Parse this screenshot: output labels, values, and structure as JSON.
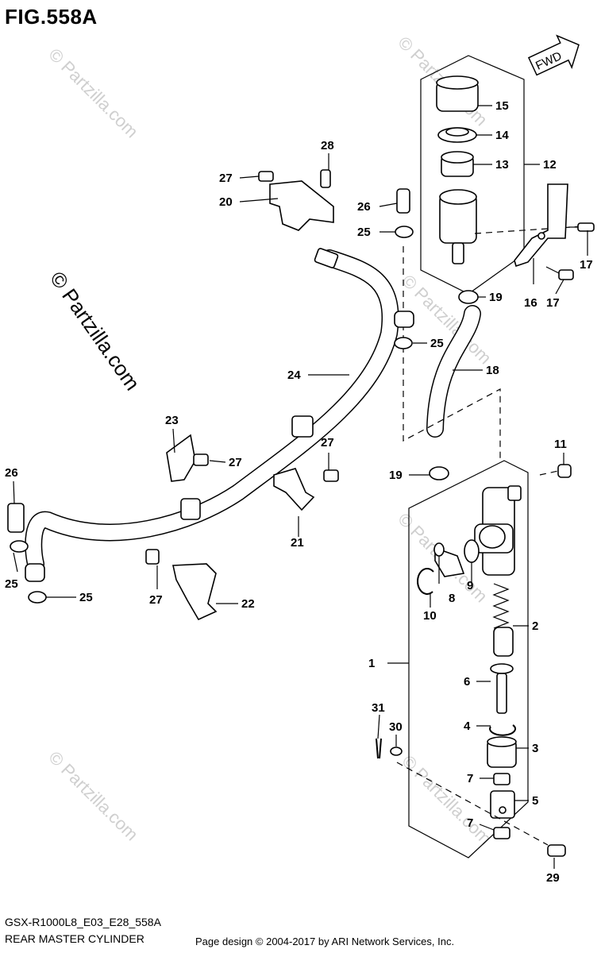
{
  "figure": {
    "title": "FIG.558A",
    "code": "GSX-R1000L8_E03_E28_558A",
    "name": "REAR MASTER CYLINDER",
    "credit": "Page design © 2004-2017 by ARI Network Services, Inc.",
    "fwd_label": "FWD"
  },
  "watermark": {
    "text": "© Partzilla.com",
    "color": "#cfcfcf"
  },
  "callouts": [
    {
      "id": "c1",
      "label": "1"
    },
    {
      "id": "c2",
      "label": "2"
    },
    {
      "id": "c3",
      "label": "3"
    },
    {
      "id": "c4",
      "label": "4"
    },
    {
      "id": "c5",
      "label": "5"
    },
    {
      "id": "c6",
      "label": "6"
    },
    {
      "id": "c7a",
      "label": "7"
    },
    {
      "id": "c7b",
      "label": "7"
    },
    {
      "id": "c8",
      "label": "8"
    },
    {
      "id": "c9",
      "label": "9"
    },
    {
      "id": "c10",
      "label": "10"
    },
    {
      "id": "c11",
      "label": "11"
    },
    {
      "id": "c12",
      "label": "12"
    },
    {
      "id": "c13",
      "label": "13"
    },
    {
      "id": "c14",
      "label": "14"
    },
    {
      "id": "c15",
      "label": "15"
    },
    {
      "id": "c16",
      "label": "16"
    },
    {
      "id": "c17a",
      "label": "17"
    },
    {
      "id": "c17b",
      "label": "17"
    },
    {
      "id": "c18",
      "label": "18"
    },
    {
      "id": "c19a",
      "label": "19"
    },
    {
      "id": "c19b",
      "label": "19"
    },
    {
      "id": "c20",
      "label": "20"
    },
    {
      "id": "c21",
      "label": "21"
    },
    {
      "id": "c22",
      "label": "22"
    },
    {
      "id": "c23",
      "label": "23"
    },
    {
      "id": "c24",
      "label": "24"
    },
    {
      "id": "c25a",
      "label": "25"
    },
    {
      "id": "c25b",
      "label": "25"
    },
    {
      "id": "c25c",
      "label": "25"
    },
    {
      "id": "c25d",
      "label": "25"
    },
    {
      "id": "c26a",
      "label": "26"
    },
    {
      "id": "c26b",
      "label": "26"
    },
    {
      "id": "c27a",
      "label": "27"
    },
    {
      "id": "c27b",
      "label": "27"
    },
    {
      "id": "c27c",
      "label": "27"
    },
    {
      "id": "c27d",
      "label": "27"
    },
    {
      "id": "c28",
      "label": "28"
    },
    {
      "id": "c29",
      "label": "29"
    },
    {
      "id": "c30",
      "label": "30"
    },
    {
      "id": "c31",
      "label": "31"
    }
  ]
}
